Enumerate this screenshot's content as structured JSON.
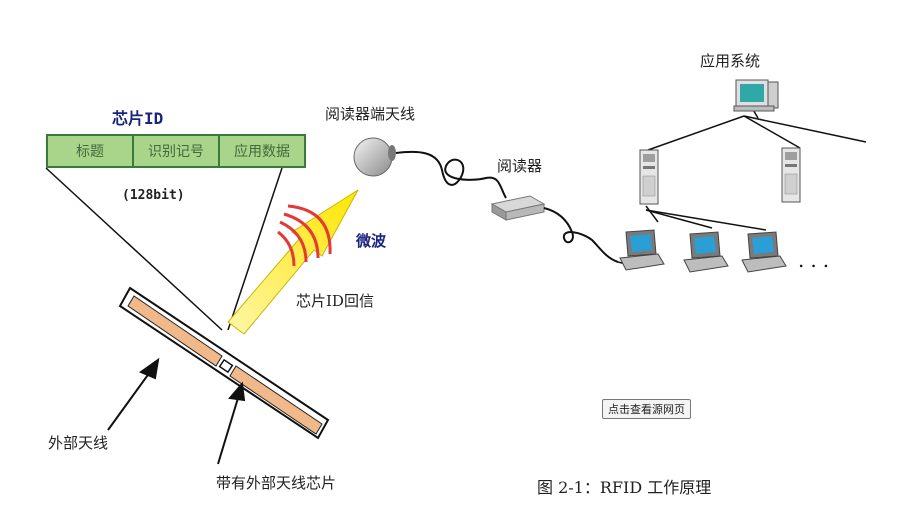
{
  "chip_id": {
    "title": "芯片ID",
    "fields": [
      "标题",
      "识别记号",
      "应用数据"
    ],
    "bits": "(128bit)"
  },
  "labels": {
    "reader_antenna": "阅读器端天线",
    "reader": "阅读器",
    "application_system": "应用系统",
    "microwave": "微波",
    "chip_id_reply": "芯片ID回信",
    "external_antenna": "外部天线",
    "chip_with_external_antenna": "带有外部天线芯片",
    "ellipsis": "..."
  },
  "caption": "图 2-1：RFID 工作原理",
  "view_source_button": "点击查看源网页",
  "colors": {
    "table_fill": "#a9d58a",
    "table_border": "#3a7a3a",
    "tag_fill": "#f1b88a",
    "signal_red": "#e53935",
    "arrow_yellow": "#ffee33",
    "label_navy": "#1a237e"
  }
}
